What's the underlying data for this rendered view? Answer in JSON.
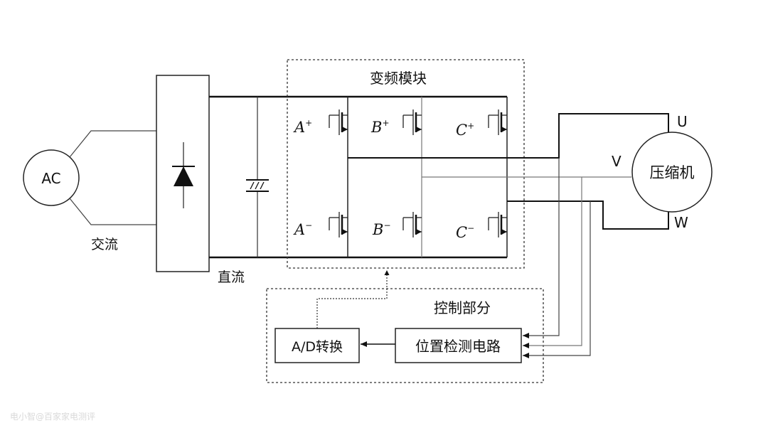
{
  "labels": {
    "ac_source": "AC",
    "ac_label": "交流",
    "dc_label": "直流",
    "inverter_module": "变频模块",
    "control_section": "控制部分",
    "compressor": "压缩机",
    "phase_u": "U",
    "phase_v": "V",
    "phase_w": "W",
    "ad_converter": "A/D转换",
    "position_detect": "位置检测电路"
  },
  "switches": {
    "a_plus": {
      "base": "A",
      "sup": "+"
    },
    "b_plus": {
      "base": "B",
      "sup": "+"
    },
    "c_plus": {
      "base": "C",
      "sup": "+"
    },
    "a_minus": {
      "base": "A",
      "sup": "−"
    },
    "b_minus": {
      "base": "B",
      "sup": "−"
    },
    "c_minus": {
      "base": "C",
      "sup": "−"
    }
  },
  "watermark": "电小智@百家家电测评"
}
